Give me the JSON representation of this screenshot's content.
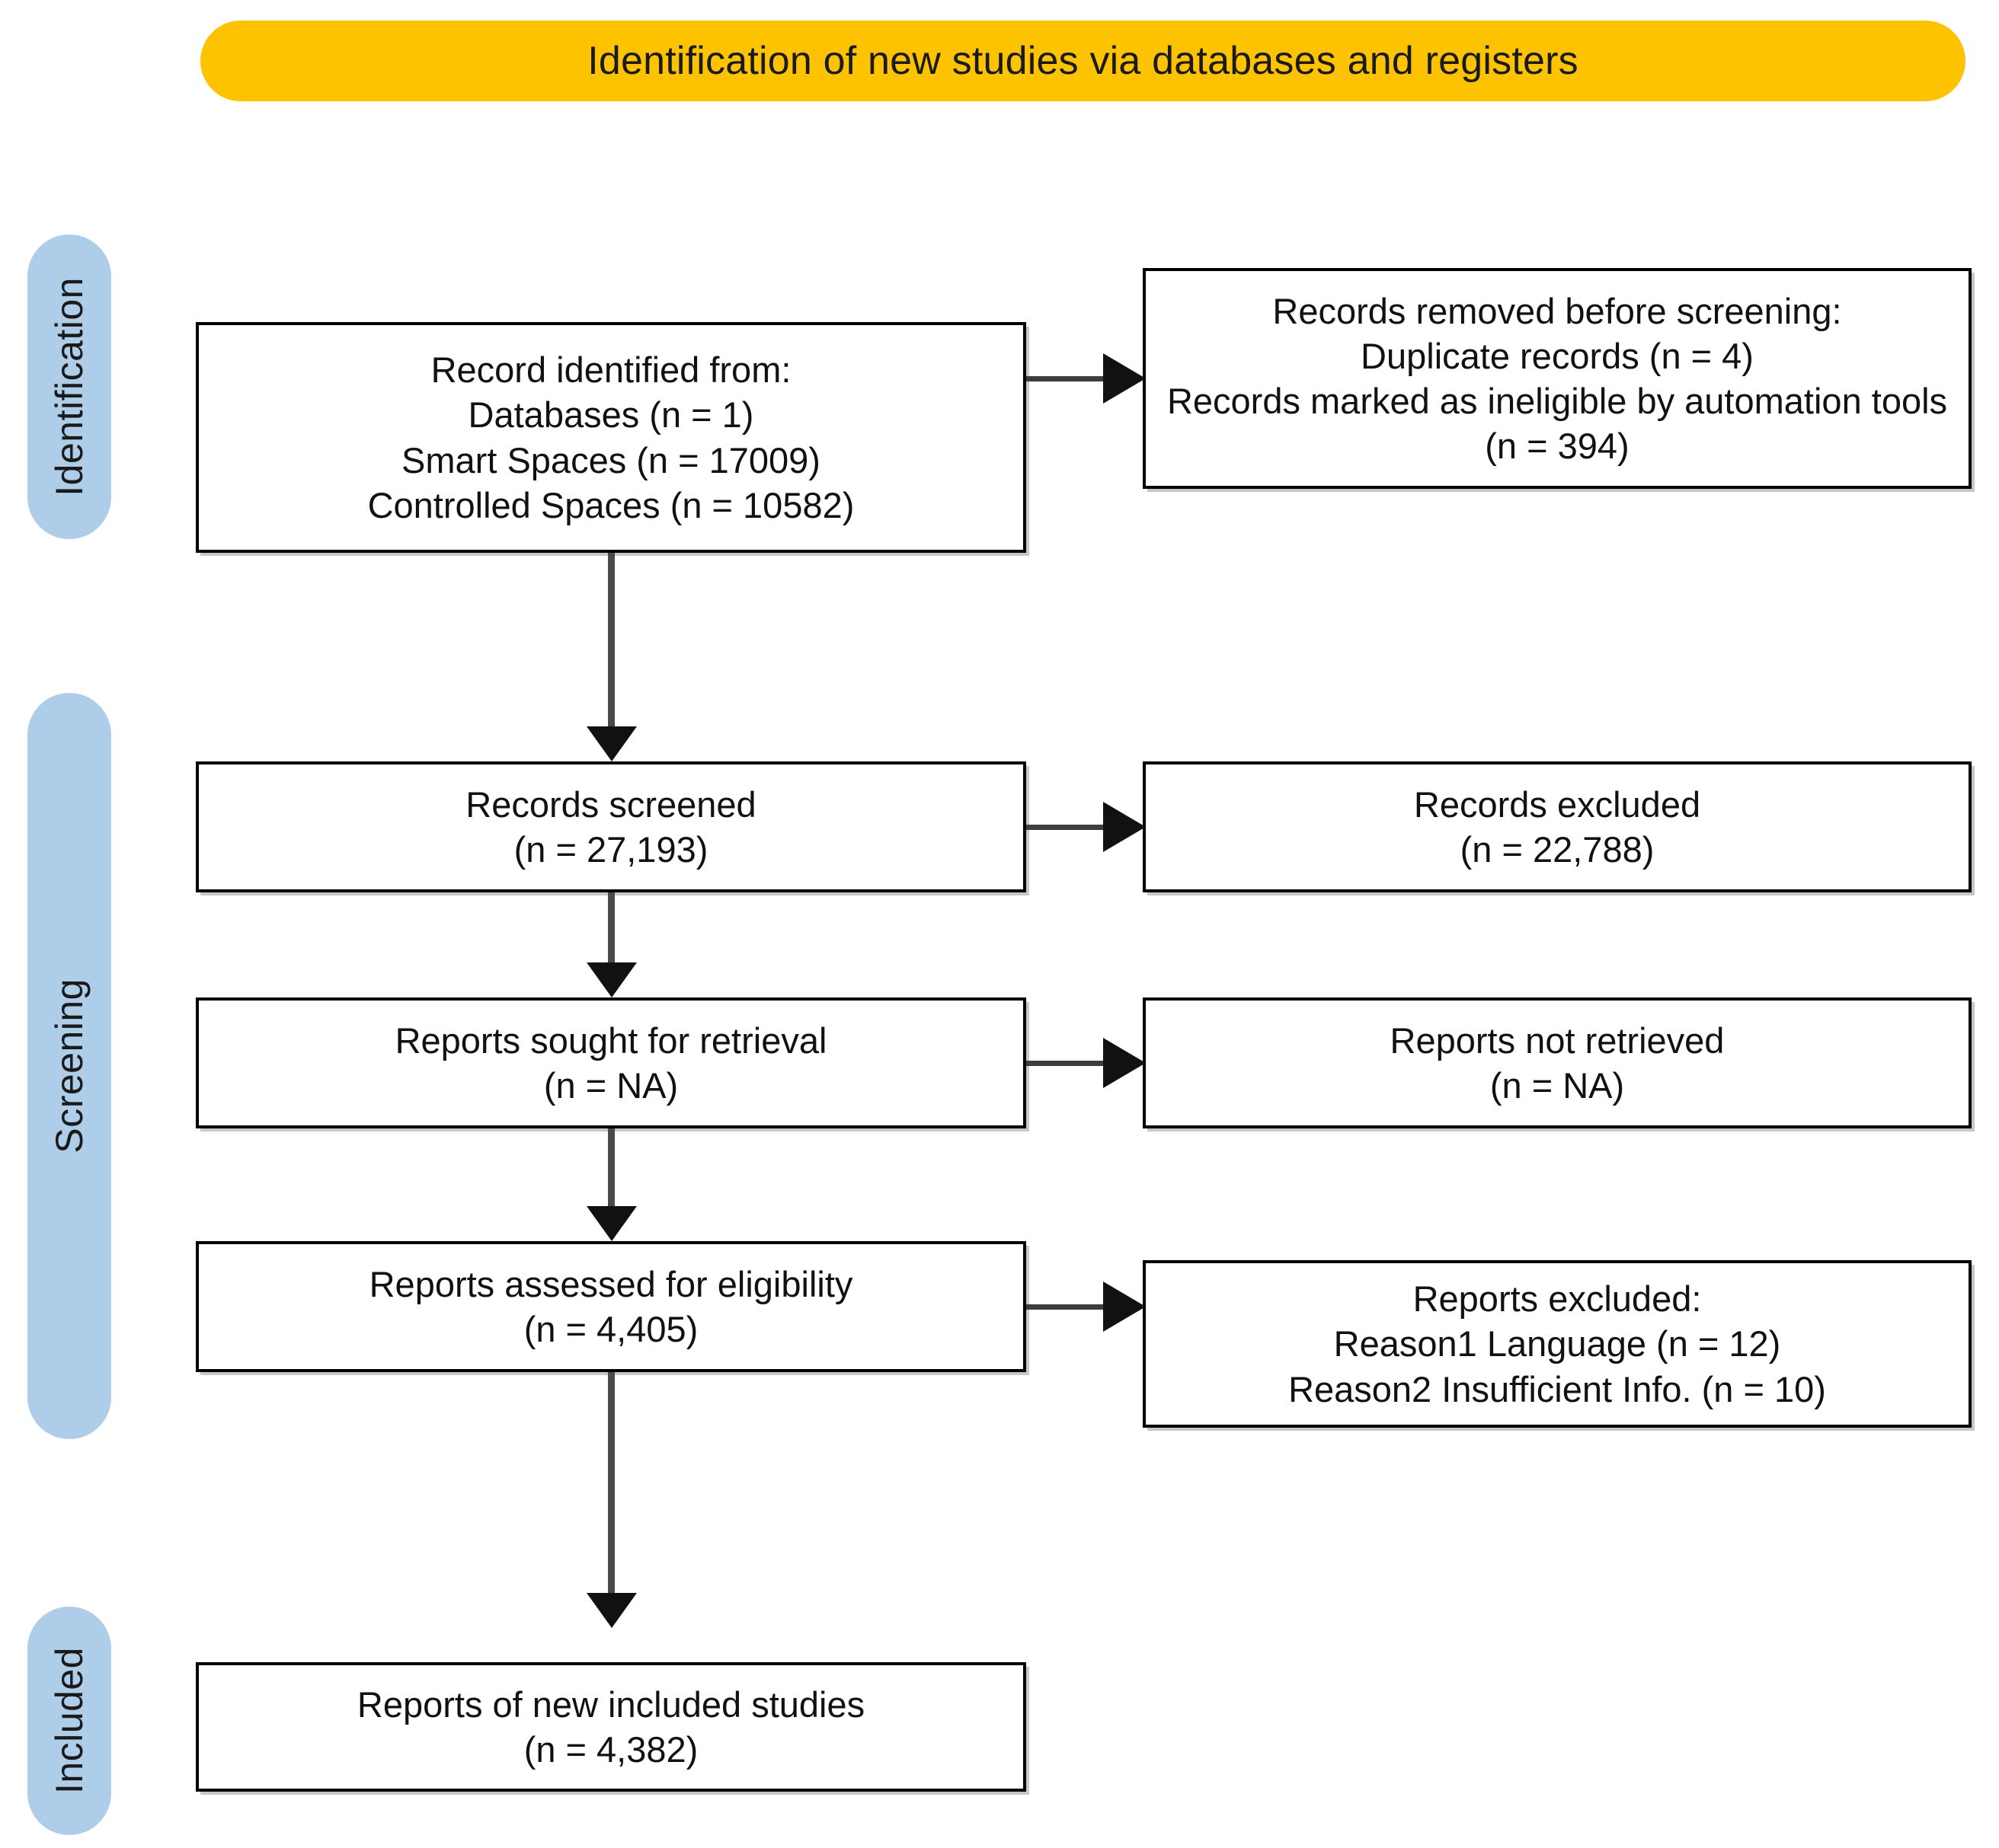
{
  "banner": {
    "title": "Identification of new studies via databases and registers",
    "color": "#FDC300"
  },
  "stages": {
    "color": "#AECDE8",
    "items": [
      {
        "id": "identification",
        "label": "Identification"
      },
      {
        "id": "screening",
        "label": "Screening"
      },
      {
        "id": "included",
        "label": "Included"
      }
    ]
  },
  "boxes": {
    "identified": {
      "lines": [
        "Record identified from:",
        "Databases (n = 1)",
        "Smart Spaces (n = 17009)",
        "Controlled Spaces (n = 10582)"
      ]
    },
    "removed": {
      "lines": [
        "Records removed before screening:",
        "Duplicate records (n = 4)",
        "Records marked as ineligible by automation tools (n = 394)"
      ]
    },
    "screened": {
      "lines": [
        "Records screened",
        "(n = 27,193)"
      ]
    },
    "excluded": {
      "lines": [
        "Records excluded",
        "(n = 22,788)"
      ]
    },
    "sought": {
      "lines": [
        "Reports sought for retrieval",
        "(n = NA)"
      ]
    },
    "notretrieved": {
      "lines": [
        "Reports not retrieved",
        "(n = NA)"
      ]
    },
    "assessed": {
      "lines": [
        "Reports assessed for eligibility",
        "(n = 4,405)"
      ]
    },
    "reports_excluded": {
      "lines": [
        "Reports excluded:",
        "Reason1 Language (n = 12)",
        "Reason2 Insufficient Info. (n = 10)"
      ]
    },
    "included": {
      "lines": [
        "Reports of new included studies",
        "(n = 4,382)"
      ]
    }
  }
}
